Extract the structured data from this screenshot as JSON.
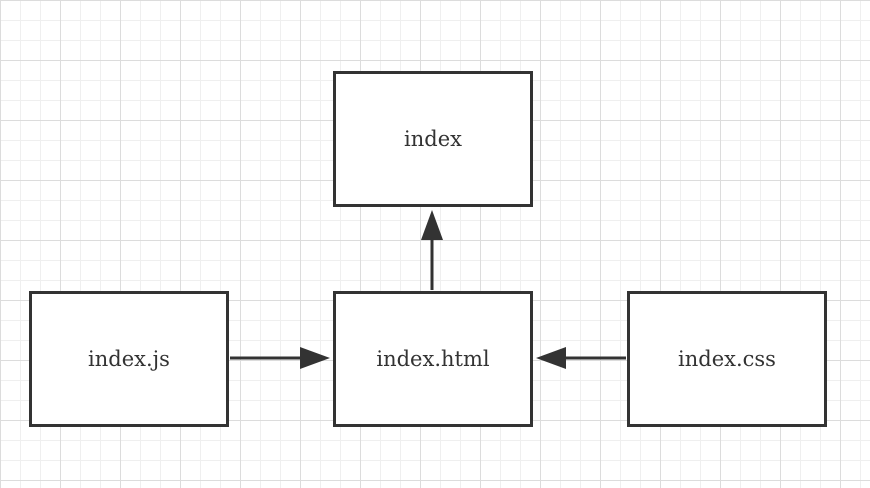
{
  "diagram": {
    "nodes": {
      "index": {
        "label": "index"
      },
      "index_html": {
        "label": "index.html"
      },
      "index_js": {
        "label": "index.js"
      },
      "index_css": {
        "label": "index.css"
      }
    },
    "edges": [
      {
        "from": "index.html",
        "to": "index"
      },
      {
        "from": "index.js",
        "to": "index.html"
      },
      {
        "from": "index.css",
        "to": "index.html"
      }
    ]
  },
  "colors": {
    "stroke": "#333333",
    "grid_major": "#dcdcdc",
    "grid_minor": "#efefef",
    "background": "#ffffff"
  }
}
